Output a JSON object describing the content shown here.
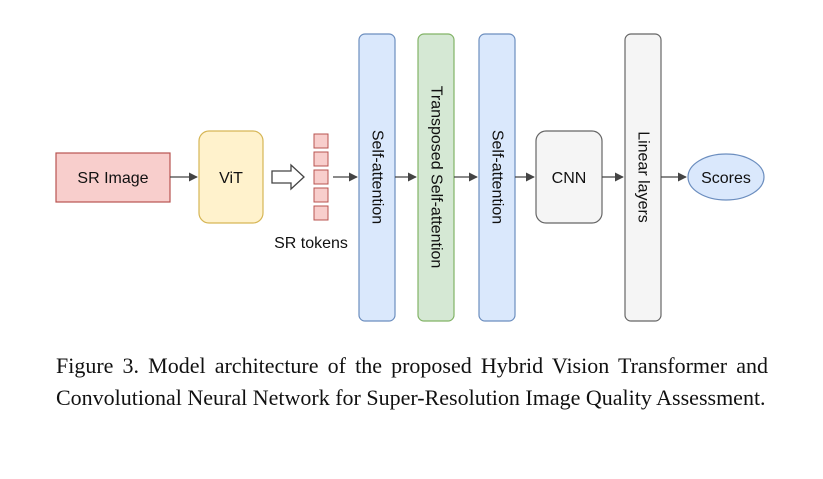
{
  "diagram": {
    "nodes": {
      "sr_image": "SR Image",
      "vit": "ViT",
      "sr_tokens": "SR tokens",
      "self_attention_1": "Self-attention",
      "transposed_self_attention": "Transposed Self-attention",
      "self_attention_2": "Self-attention",
      "cnn": "CNN",
      "linear_layers": "Linear layers",
      "scores": "Scores"
    },
    "colors": {
      "sr_image_fill": "#f8cecc",
      "sr_image_stroke": "#b85450",
      "vit_fill": "#fff2cc",
      "vit_stroke": "#d6b656",
      "token_fill": "#f8cecc",
      "token_stroke": "#b85450",
      "attention_fill": "#dae8fc",
      "attention_stroke": "#6c8ebf",
      "transposed_fill": "#d5e8d4",
      "transposed_stroke": "#82b366",
      "cnn_fill": "#f5f5f5",
      "cnn_stroke": "#666666",
      "scores_fill": "#dae8fc",
      "scores_stroke": "#6c8ebf",
      "arrow": "#444444"
    }
  },
  "caption": "Figure 3. Model architecture of the proposed Hybrid Vision Transformer and Convolutional Neural Network for Super-Resolution Image Quality Assessment."
}
